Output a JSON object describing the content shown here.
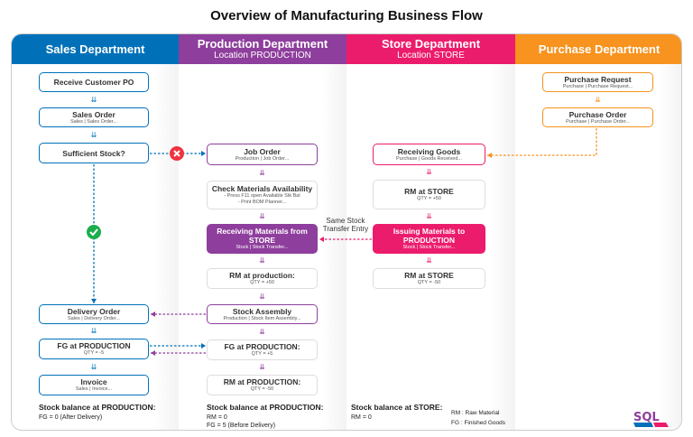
{
  "title": "Overview of Manufacturing Business Flow",
  "colors": {
    "sales": "#0071b9",
    "production": "#8e3e9c",
    "store": "#ec1c6c",
    "purchase": "#f7931e",
    "yes": "#1aae4c",
    "no": "#ee3440"
  },
  "departments": [
    {
      "title": "Sales Department",
      "subtitle": ""
    },
    {
      "title": "Production Department",
      "subtitle": "Location PRODUCTION"
    },
    {
      "title": "Store Department",
      "subtitle": "Location STORE"
    },
    {
      "title": "Purchase Department",
      "subtitle": ""
    }
  ],
  "boxes": {
    "sales": [
      {
        "title": "Receive Customer PO",
        "sub": ""
      },
      {
        "title": "Sales Order",
        "sub": "Sales  |  Sales Order..."
      },
      {
        "title": "Sufficient Stock?",
        "sub": ""
      },
      {
        "title": "Delivery Order",
        "sub": "Sales  |  Delivery Order..."
      },
      {
        "title": "FG at PRODUCTION",
        "sub": "QTY = -5"
      },
      {
        "title": "Invoice",
        "sub": "Sales  |  Invoice..."
      }
    ],
    "production": [
      {
        "title": "Job Order",
        "sub": "Production  |  Job Order..."
      },
      {
        "title": "Check Materials Availability",
        "sub": "- Press F11 open Available Stk Bal\n- Print BOM Planner..."
      },
      {
        "title": "Receiving Materials from STORE",
        "sub": "Stock  |  Stock Transfer..."
      },
      {
        "title": "RM at production:",
        "sub": "QTY = +50"
      },
      {
        "title": "Stock Assembly",
        "sub": "Production  |  Stock Item Assembly..."
      },
      {
        "title": "FG at PRODUCTION:",
        "sub": "QTY = +5"
      },
      {
        "title": "RM at PRODUCTION:",
        "sub": "QTY = -50"
      }
    ],
    "store": [
      {
        "title": "Receiving Goods",
        "sub": "Purchase  |  Goods Received..."
      },
      {
        "title": "RM at STORE",
        "sub": "QTY = +50"
      },
      {
        "title": "Issuing Materials to PRODUCTION",
        "sub": "Stock  |  Stock Transfer..."
      },
      {
        "title": "RM at STORE",
        "sub": "QTY = -50"
      }
    ],
    "purchase": [
      {
        "title": "Purchase Request",
        "sub": "Purchase  |  Purchase Request..."
      },
      {
        "title": "Purchase Order",
        "sub": "Purchase  |  Purchase Order..."
      }
    ]
  },
  "transfer_note": "Same Stock Transfer Entry",
  "footers": [
    {
      "heading": "Stock balance at PRODUCTION:",
      "lines": [
        "FG = 0 (After Delivery)"
      ]
    },
    {
      "heading": "Stock balance at PRODUCTION:",
      "lines": [
        "RM = 0",
        "FG = 5 (Before Delivery)"
      ]
    },
    {
      "heading": "Stock balance at STORE:",
      "lines": [
        "RM = 0"
      ]
    }
  ],
  "legend": [
    "RM : Raw Material",
    "FG : Finished Goods"
  ],
  "logo": "SQL"
}
